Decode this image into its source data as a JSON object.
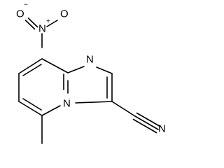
{
  "molecule": {
    "atoms": {
      "nitro_n": "N",
      "nitro_n_charge": "+",
      "nitro_o_top": "O",
      "nitro_o_top_charge": "−",
      "nitro_o_right": "O",
      "imine_n": "N",
      "bridge_n": "N",
      "nitrile_n": "N"
    },
    "colors": {
      "ink": "#000000",
      "background": "#ffffff"
    }
  }
}
